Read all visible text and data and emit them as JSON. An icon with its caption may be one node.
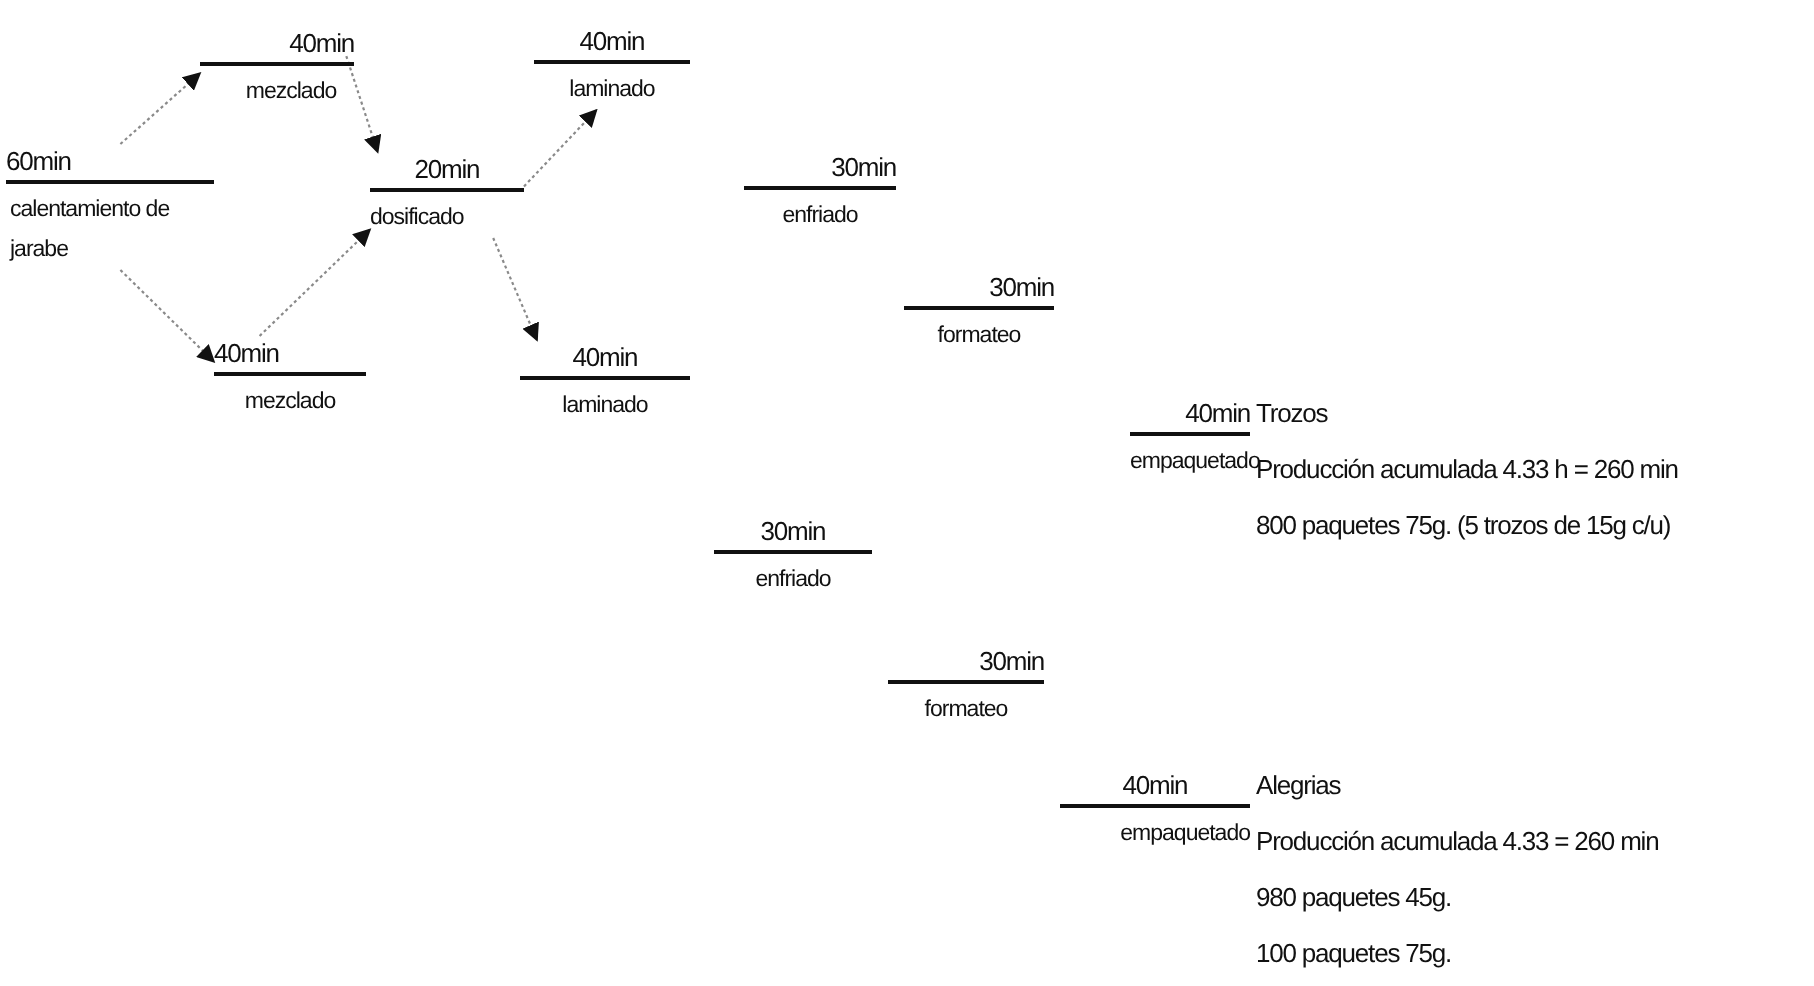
{
  "diagram": {
    "nodes": [
      {
        "text": [
          "40min",
          "mezclado"
        ]
      },
      {
        "text": [
          "40min",
          "laminado"
        ]
      },
      {
        "text": [
          "60min",
          "calentamiento de jarabe"
        ]
      },
      {
        "text": [
          "20min",
          "dosificado"
        ]
      },
      {
        "text": [
          "30min",
          "enfriado"
        ]
      },
      {
        "text": [
          "30min",
          "formateo"
        ]
      },
      {
        "text": [
          "40min",
          "mezclado"
        ]
      },
      {
        "text": [
          "40min",
          "laminado"
        ]
      },
      {
        "text": [
          "40min",
          "empaquetado"
        ],
        "beside": [
          "Trozos",
          "Producción acumulada 4.33 h = 260 min",
          "800 paquetes 75g.  (5 trozos de 15g c/u)"
        ]
      },
      {
        "text": [
          "30min",
          "enfriado"
        ]
      },
      {
        "text": [
          "30min",
          "formateo"
        ]
      },
      {
        "text": [
          "40min",
          "empaquetado"
        ],
        "beside": [
          "Alegrias",
          "Producción acumulada 4.33 = 260 min",
          "980 paquetes 45g.",
          "100 paquetes 75g."
        ]
      }
    ],
    "edges": [
      {
        "from": 2,
        "to": 0,
        "arrow": "to"
      },
      {
        "from": 0,
        "to": 3,
        "arrow": "to"
      },
      {
        "from": 2,
        "to": 6,
        "arrow": "to"
      },
      {
        "from": 6,
        "to": 3,
        "arrow": "to"
      },
      {
        "from": 3,
        "to": 1,
        "arrow": "to"
      },
      {
        "from": 3,
        "to": 7,
        "arrow": "to"
      }
    ]
  }
}
